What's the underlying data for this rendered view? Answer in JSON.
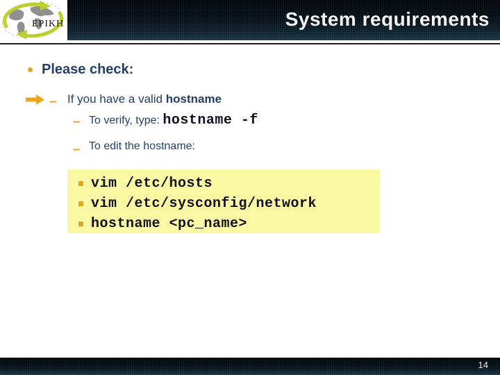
{
  "header": {
    "title": "System requirements",
    "logo_text": "EPIKH"
  },
  "content": {
    "dash": "–",
    "heading": "Please check:",
    "line1": {
      "text": "If you have a valid ",
      "bold": "hostname"
    },
    "line2": {
      "text": "To verify, type: ",
      "code": "hostname -f"
    },
    "line3": "To edit the hostname:",
    "code_lines": [
      "vim /etc/hosts",
      "vim /etc/sysconfig/network",
      "hostname <pc_name>"
    ]
  },
  "footer": {
    "page_number": "14"
  },
  "colors": {
    "navy_text": "#233F68",
    "gold_accent": "#DFA41F",
    "box_yellow": "#FAF8A2",
    "code_text": "#101020",
    "header_teal": "#1D4053",
    "logo_green": "#BCCF2F"
  }
}
